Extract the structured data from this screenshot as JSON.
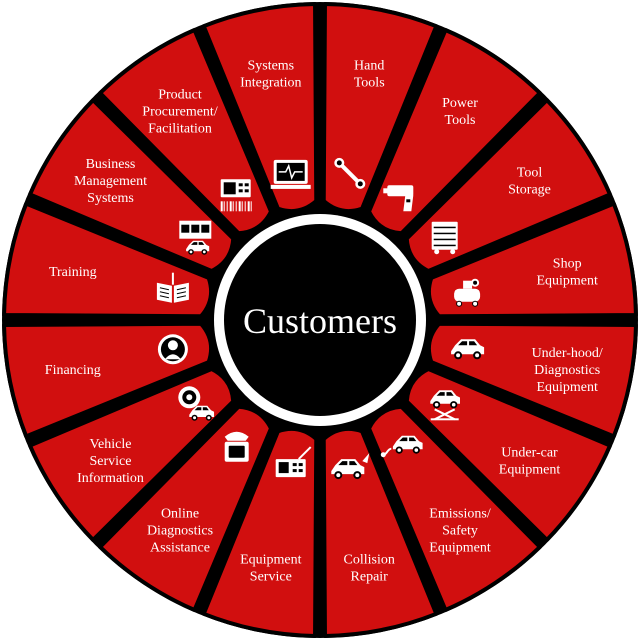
{
  "center": {
    "label": "Customers"
  },
  "colors": {
    "segment": "#d10f0f",
    "outline": "#000000",
    "hub": "#000000",
    "hub_ring": "#ffffff",
    "text": "#ffffff",
    "icon": "#ffffff"
  },
  "segments": [
    {
      "id": "hand-tools",
      "lines": [
        "Hand",
        "Tools"
      ],
      "icon": "wrench-icon"
    },
    {
      "id": "power-tools",
      "lines": [
        "Power",
        "Tools"
      ],
      "icon": "power-drill-icon"
    },
    {
      "id": "tool-storage",
      "lines": [
        "Tool",
        "Storage"
      ],
      "icon": "tool-chest-icon"
    },
    {
      "id": "shop-equipment",
      "lines": [
        "Shop",
        "Equipment"
      ],
      "icon": "air-compressor-icon"
    },
    {
      "id": "under-hood-diagnostics",
      "lines": [
        "Under-hood/",
        "Diagnostics",
        "Equipment"
      ],
      "icon": "car-icon"
    },
    {
      "id": "under-car-equipment",
      "lines": [
        "Under-car",
        "Equipment"
      ],
      "icon": "car-lift-icon"
    },
    {
      "id": "emissions-safety",
      "lines": [
        "Emissions/",
        "Safety",
        "Equipment"
      ],
      "icon": "car-exhaust-icon"
    },
    {
      "id": "collision-repair",
      "lines": [
        "Collision",
        "Repair"
      ],
      "icon": "damaged-car-icon"
    },
    {
      "id": "equipment-service",
      "lines": [
        "Equipment",
        "Service"
      ],
      "icon": "service-device-icon"
    },
    {
      "id": "online-diagnostics",
      "lines": [
        "Online",
        "Diagnostics",
        "Assistance"
      ],
      "icon": "telephone-monitor-icon"
    },
    {
      "id": "vehicle-service-info",
      "lines": [
        "Vehicle",
        "Service",
        "Information"
      ],
      "icon": "cd-car-icon"
    },
    {
      "id": "financing",
      "lines": [
        "Financing"
      ],
      "icon": "portrait-coin-icon"
    },
    {
      "id": "training",
      "lines": [
        "Training"
      ],
      "icon": "open-book-icon"
    },
    {
      "id": "business-management",
      "lines": [
        "Business",
        "Management",
        "Systems"
      ],
      "icon": "storefront-car-icon"
    },
    {
      "id": "product-procurement",
      "lines": [
        "Product",
        "Procurement/",
        "Facilitation"
      ],
      "icon": "barcode-scanner-icon"
    },
    {
      "id": "systems-integration",
      "lines": [
        "Systems",
        "Integration"
      ],
      "icon": "computer-monitor-icon"
    }
  ]
}
